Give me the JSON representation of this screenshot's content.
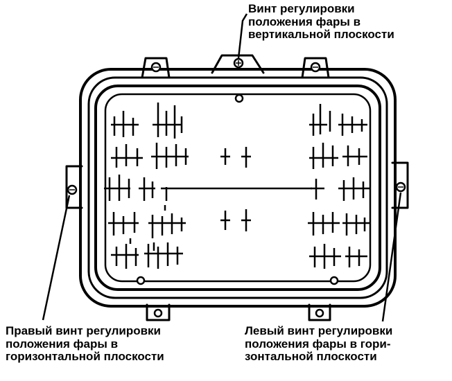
{
  "labels": {
    "vertical_screw": [
      "Винт регулировки",
      "положения фары в",
      "вертикальной плоскости"
    ],
    "right_screw": [
      "Правый  винт регулировки",
      "положения фары в",
      "горизонтальной плоскости"
    ],
    "left_screw": [
      "Левый винт регулировки",
      "положения фары в гори-",
      "зонтальной плоскости"
    ]
  },
  "colors": {
    "ink": "#000000",
    "paper": "#ffffff"
  }
}
